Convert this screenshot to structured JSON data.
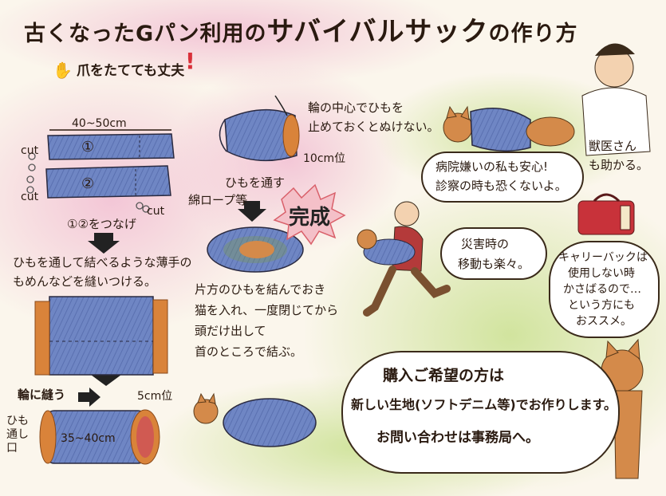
{
  "title": {
    "prefix": "古くなったGパン利用の",
    "main": "サバイバルサック",
    "suffix": "の作り方"
  },
  "subtitle": "爪をたてても丈夫",
  "steps": {
    "width_label": "40~50cm",
    "cut_label": "cut",
    "piece1": "①",
    "piece2": "②",
    "join": "①②をつなげ",
    "attach_line1": "ひもを通して結べるような薄手の",
    "attach_line2": "もめんなどを縫いつける。",
    "sew_ring": "輪に縫う",
    "ring_width": "5cm位",
    "ring_length": "35~40cm",
    "string_hole": "ひも通し口"
  },
  "middle": {
    "knot_note_line1": "輪の中心でひもを",
    "knot_note_line2": "止めておくとぬけない。",
    "tie_size": "10cm位",
    "thread_string": "ひもを通す",
    "rope": "綿ロープ等",
    "complete": "完成",
    "instr_line1": "片方のひもを結んでおき",
    "instr_line2": "猫を入れ、一度閉じてから",
    "instr_line3": "頭だけ出して",
    "instr_line4": "首のところで結ぶ。"
  },
  "right": {
    "vet_line1": "獣医さん",
    "vet_line2": "も助かる。",
    "hospital_line1": "病院嫌いの私も安心!",
    "hospital_line2": "診察の時も恐くないよ。",
    "disaster_line1": "災害時の",
    "disaster_line2": "移動も楽々。",
    "carrier_line1": "キャリーバックは",
    "carrier_line2": "使用しない時",
    "carrier_line3": "かさばるので…",
    "carrier_line4": "という方にも",
    "carrier_line5": "おススメ。",
    "purchase_line1": "購入ご希望の方は",
    "purchase_line2": "新しい生地(ソフトデニム等)でお作りします。",
    "purchase_line3": "お問い合わせは事務局へ。"
  },
  "colors": {
    "denim": "#6f86c4",
    "denim_dark": "#3d4f8c",
    "orange_band": "#d9833a",
    "pink_wash": "#f2c1d4",
    "green_wash": "#cfe39a",
    "carrier_red": "#c8323a",
    "cat": "#d48a4a"
  }
}
